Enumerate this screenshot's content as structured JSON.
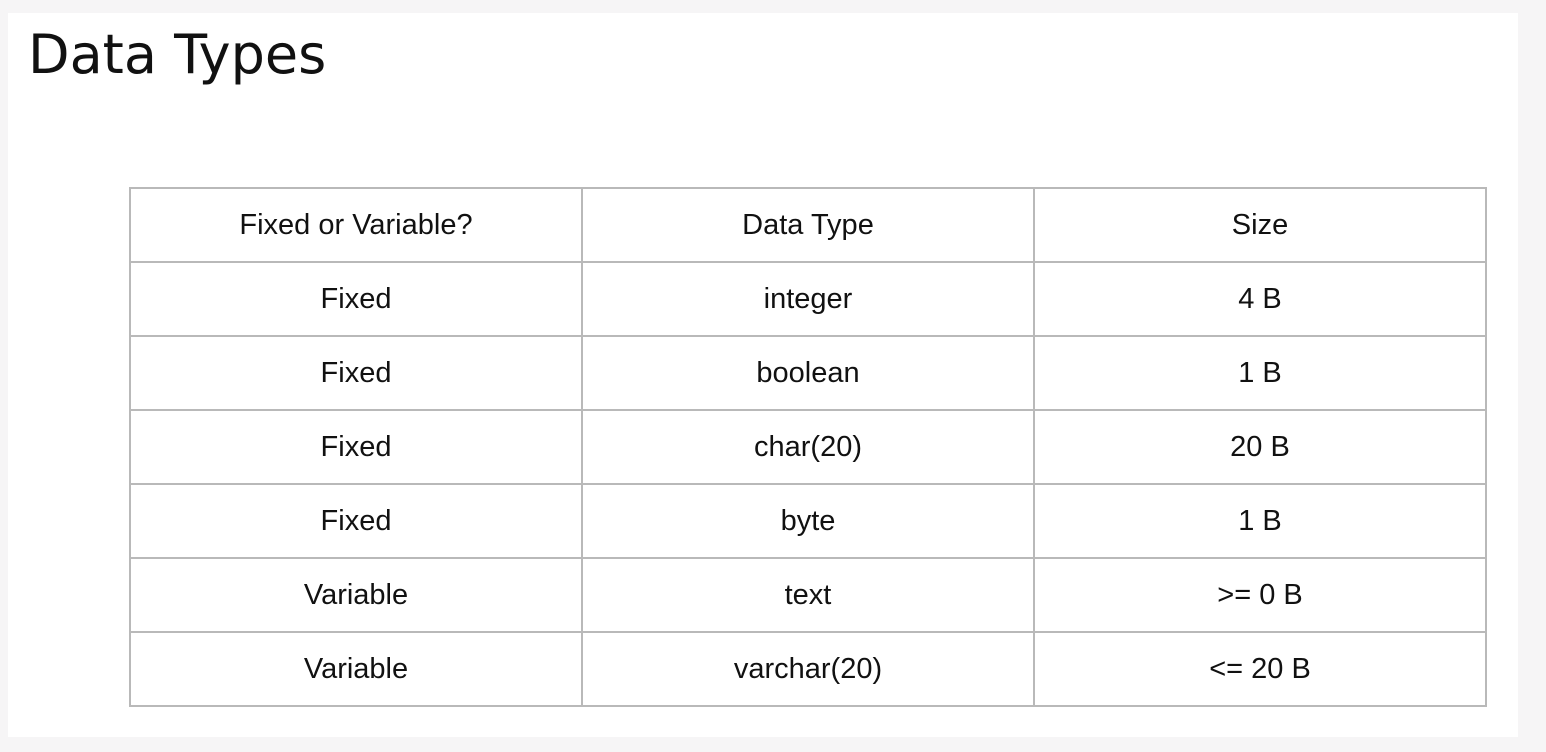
{
  "title": "Data Types",
  "table": {
    "headers": [
      "Fixed or Variable?",
      "Data Type",
      "Size"
    ],
    "rows": [
      [
        "Fixed",
        "integer",
        "4 B"
      ],
      [
        "Fixed",
        "boolean",
        "1 B"
      ],
      [
        "Fixed",
        "char(20)",
        "20 B"
      ],
      [
        "Fixed",
        "byte",
        "1 B"
      ],
      [
        "Variable",
        "text",
        ">= 0 B"
      ],
      [
        "Variable",
        "varchar(20)",
        "<= 20 B"
      ]
    ]
  }
}
